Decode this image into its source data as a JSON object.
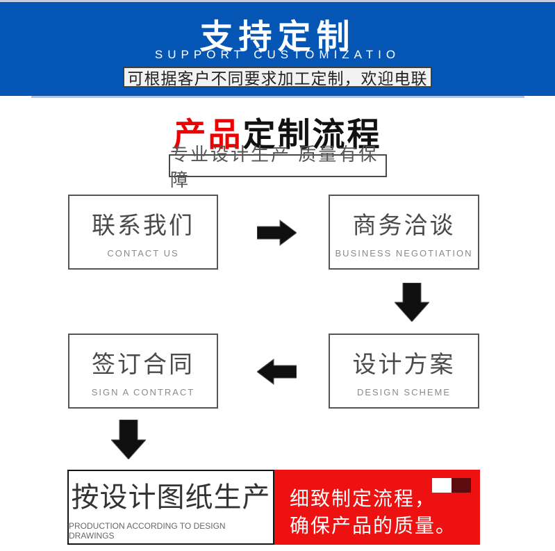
{
  "banner": {
    "title": "支持定制",
    "subtitle": "SUPPORT CUSTOMIZATIO",
    "note": "可根据客户不同要求加工定制，欢迎电联",
    "bg_color": "#0455b4"
  },
  "section": {
    "title_highlight": "产品",
    "title_rest": "定制流程",
    "highlight_color": "#ee0000",
    "tagline": "专业设计生产 质量有保障"
  },
  "flow": {
    "steps": [
      {
        "zh": "联系我们",
        "en": "CONTACT US"
      },
      {
        "zh": "商务洽谈",
        "en": "BUSINESS NEGOTIATION"
      },
      {
        "zh": "设计方案",
        "en": "DESIGN SCHEME"
      },
      {
        "zh": "签订合同",
        "en": "SIGN A CONTRACT"
      },
      {
        "zh": "按设计图纸生产",
        "en": "PRODUCTION ACCORDING TO DESIGN DRAWINGS"
      }
    ],
    "arrow_color": "#0f0f0f",
    "note": {
      "line1": "细致制定流程，",
      "line2": "确保产品的质量。",
      "bg_color": "#ee1111",
      "accent_square_color": "#5c0c0c"
    }
  }
}
